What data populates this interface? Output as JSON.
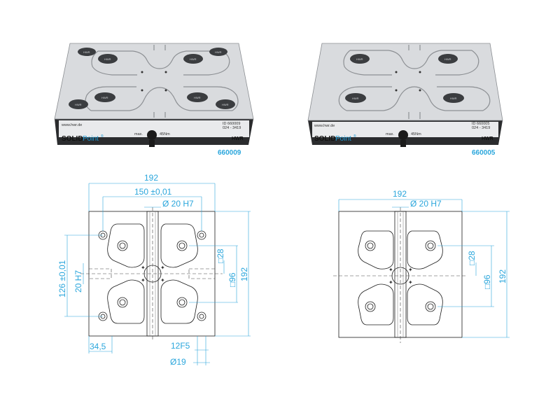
{
  "products": [
    {
      "id": "left",
      "part_number": "660009",
      "website": "www.hwr.de",
      "brand_bold": "SOLID",
      "brand_light": "Point",
      "brand_mark": "®",
      "torque_prefix": "max.",
      "torque": "45Nm",
      "id_line1": "ID 660009",
      "id_line2": "024 - 3419",
      "maker": "HWR",
      "pin_label": "HWR"
    },
    {
      "id": "right",
      "part_number": "660005",
      "website": "www.hwr.de",
      "brand_bold": "SOLID",
      "brand_light": "Point",
      "brand_mark": "®",
      "torque_prefix": "max.",
      "torque": "45Nm",
      "id_line1": "ID 660005",
      "id_line2": "024 - 3419",
      "maker": "HWR",
      "pin_label": "HWR"
    }
  ],
  "drawing_left": {
    "width": "192",
    "pitch": "150 ±0,01",
    "bore": "Ø 20 H7",
    "square28": "□28",
    "square96": "□96",
    "height": "192",
    "pitch_vertical": "126 ±0,01",
    "bore_vertical": "20 H7",
    "edge": "34,5",
    "fit": "12F5",
    "hole": "Ø19"
  },
  "drawing_right": {
    "width": "192",
    "bore": "Ø 20 H7",
    "square28": "□28",
    "square96": "□96",
    "height": "192"
  },
  "colors": {
    "dimension": "#2aa6dc",
    "plate": "#d9dbde",
    "body": "#2b2c2e"
  }
}
